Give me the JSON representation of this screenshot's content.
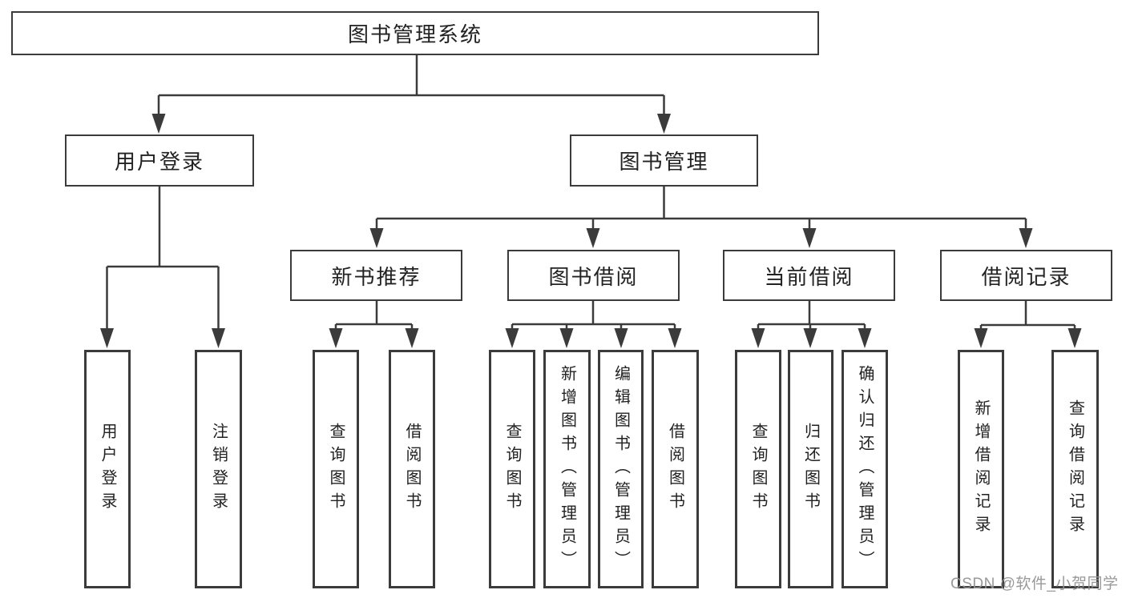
{
  "root": {
    "label": "图书管理系统"
  },
  "branches": [
    {
      "label": "用户登录",
      "children": [
        {
          "label": "用户登录"
        },
        {
          "label": "注销登录"
        }
      ]
    },
    {
      "label": "图书管理",
      "children": [
        {
          "label": "新书推荐",
          "children": [
            {
              "label": "查询图书"
            },
            {
              "label": "借阅图书"
            }
          ]
        },
        {
          "label": "图书借阅",
          "children": [
            {
              "label": "查询图书"
            },
            {
              "label": "新增图书（管理员）"
            },
            {
              "label": "编辑图书（管理员）"
            },
            {
              "label": "借阅图书"
            }
          ]
        },
        {
          "label": "当前借阅",
          "children": [
            {
              "label": "查询图书"
            },
            {
              "label": "归还图书"
            },
            {
              "label": "确认归还（管理员）"
            }
          ]
        },
        {
          "label": "借阅记录",
          "children": [
            {
              "label": "新增借阅记录"
            },
            {
              "label": "查询借阅记录"
            }
          ]
        }
      ]
    }
  ],
  "watermark": {
    "text": "CSDN @软件_小贺同学"
  },
  "colors": {
    "line": "#3b3b3b",
    "text": "#222222",
    "background": "#ffffff",
    "watermark": "#949494"
  }
}
